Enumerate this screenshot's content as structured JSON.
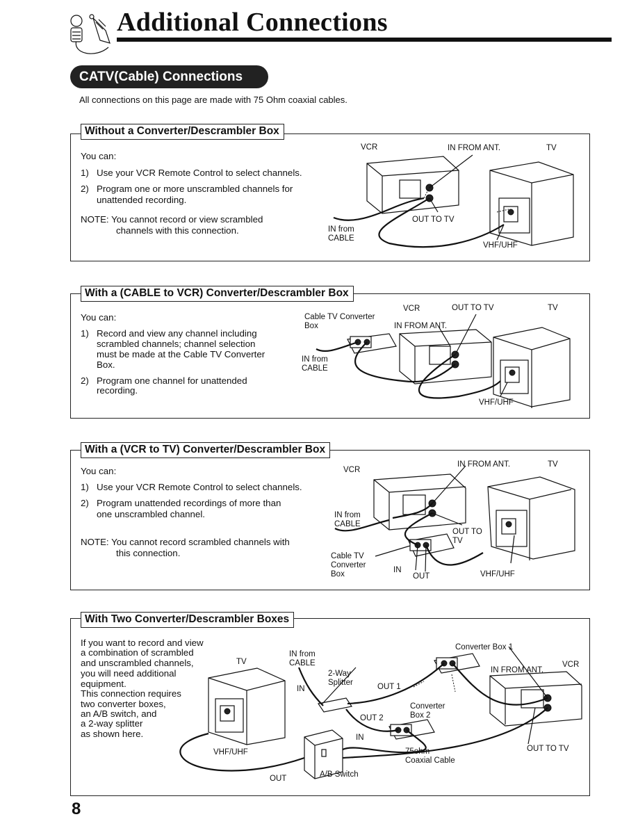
{
  "header": {
    "title": "Additional Connections",
    "icon": "plug-cable-icon"
  },
  "badge": "CATV(Cable) Connections",
  "intro": "All connections on this page are made with 75 Ohm coaxial cables.",
  "s1": {
    "heading": "Without a Converter/Descrambler Box",
    "you_can": "You can:",
    "i1n": "1)",
    "i1": "Use your VCR Remote Control to select channels.",
    "i2n": "2)",
    "i2a": "Program one or more unscrambled channels for",
    "i2b": "unattended recording.",
    "note_a": "NOTE: You cannot record or view scrambled",
    "note_b": "channels with this connection.",
    "d": {
      "vcr": "VCR",
      "in_ant": "IN FROM ANT.",
      "tv": "TV",
      "out_tv": "OUT TO TV",
      "in_from": "IN from",
      "cable": "CABLE",
      "vhf": "VHF/UHF"
    }
  },
  "s2": {
    "heading": "With a (CABLE to VCR) Converter/Descrambler Box",
    "you_can": "You can:",
    "i1n": "1)",
    "i1a": "Record and view any channel including",
    "i1b": "scrambled channels; channel selection",
    "i1c": "must be made at the Cable TV Converter",
    "i1d": "Box.",
    "i2n": "2)",
    "i2a": "Program one channel for unattended",
    "i2b": "recording.",
    "d": {
      "vcr": "VCR",
      "out_tv": "OUT TO TV",
      "tv": "TV",
      "conv_a": "Cable TV Converter",
      "conv_b": "Box",
      "in_ant": "IN FROM ANT.",
      "in_from": "IN from",
      "cable": "CABLE",
      "vhf": "VHF/UHF"
    }
  },
  "s3": {
    "heading": "With a (VCR to TV) Converter/Descrambler Box",
    "you_can": "You can:",
    "i1n": "1)",
    "i1": "Use your VCR Remote Control to select channels.",
    "i2n": "2)",
    "i2a": "Program unattended recordings of more than",
    "i2b": "one unscrambled channel.",
    "note_a": "NOTE: You cannot record scrambled channels with",
    "note_b": "this connection.",
    "d": {
      "in_ant": "IN FROM ANT.",
      "tv": "TV",
      "vcr": "VCR",
      "in_from": "IN from",
      "cable": "CABLE",
      "out_to": "OUT TO",
      "tv2": "TV",
      "conv_a": "Cable TV",
      "conv_b": "Converter",
      "conv_c": "Box",
      "in": "IN",
      "out": "OUT",
      "vhf": "VHF/UHF"
    }
  },
  "s4": {
    "heading": "With Two Converter/Descrambler Boxes",
    "p1": "If you want to record and view",
    "p2": "a combination of scrambled",
    "p3": "and unscrambled channels,",
    "p4": "you will need additional",
    "p5": "equipment.",
    "p6": "This connection requires",
    "p7": "two converter boxes,",
    "p8": "an A/B switch, and",
    "p9": "a 2-way splitter",
    "p10": "as shown here.",
    "d": {
      "tv": "TV",
      "in_from": "IN from",
      "cable": "CABLE",
      "splitter_a": "2-Way",
      "splitter_b": "Splitter",
      "in": "IN",
      "out1": "OUT 1",
      "conv1": "Converter Box 1",
      "in_ant": "IN FROM ANT.",
      "vcr": "VCR",
      "conv2a": "Converter",
      "conv2b": "Box 2",
      "out2": "OUT 2",
      "in2": "IN",
      "ohm_a": "75ohm",
      "ohm_b": "Coaxial Cable",
      "vhf": "VHF/UHF",
      "out_tv": "OUT TO TV",
      "out": "OUT",
      "ab": "A/B Switch"
    }
  },
  "page_number": "8"
}
